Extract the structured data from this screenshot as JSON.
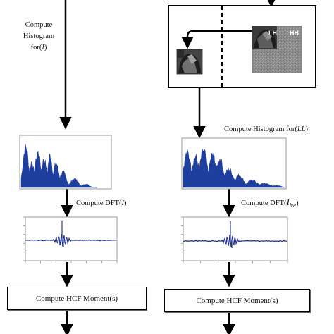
{
  "left": {
    "hist_label_line1": "Compute",
    "hist_label_line2": "Histogram",
    "hist_label_line3": "for(",
    "hist_label_var": "I",
    "hist_label_close": ")",
    "dft_label": "Compute DFT(",
    "dft_var": "I",
    "dft_close": ")",
    "hcf_label": "Compute HCF Moment(s)"
  },
  "right": {
    "hist_label": "Compute Histogram for(",
    "hist_var": "LL",
    "hist_close": ")",
    "dft_label": "Compute DFT(",
    "dft_var": "I",
    "dft_sub": "hw",
    "dft_close": ")",
    "hcf_label": "Compute HCF Moment(s)"
  },
  "wavelet": {
    "subband_lh": "LH",
    "subband_hh": "HH"
  },
  "colors": {
    "histogram": "#1f3f9e",
    "signal": "#1a2f8a",
    "frame": "#000000"
  }
}
